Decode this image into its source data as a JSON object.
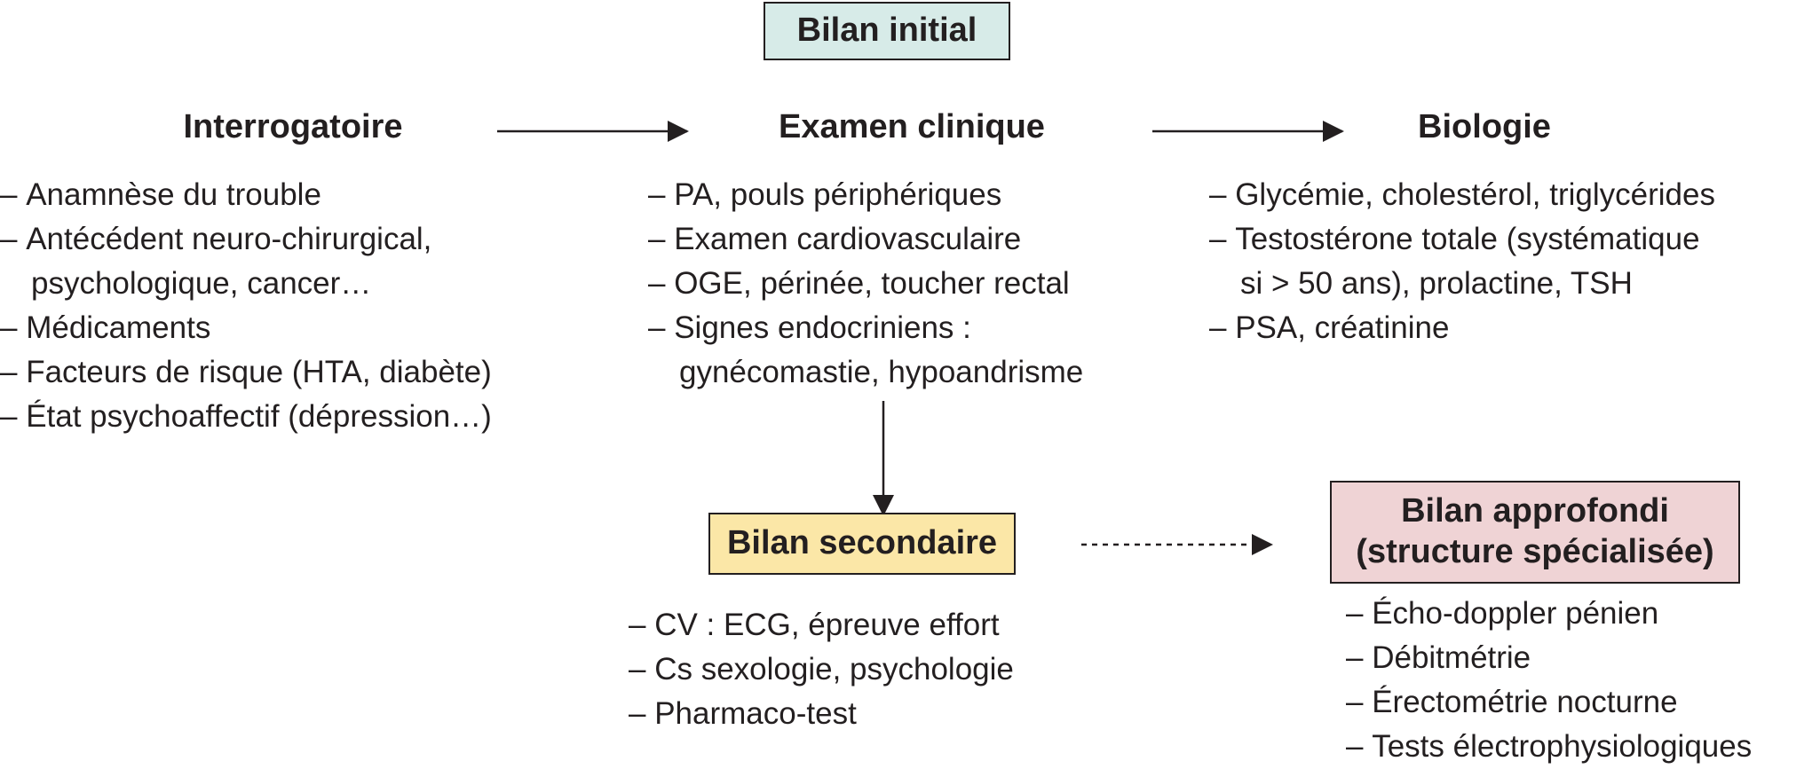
{
  "boxes": {
    "initial": "Bilan initial",
    "secondary": "Bilan secondaire",
    "advanced_line1": "Bilan approfondi",
    "advanced_line2": "(structure spécialisée)"
  },
  "colors": {
    "initial_fill": "#d7ebe8",
    "secondary_fill": "#fbe7a7",
    "advanced_fill": "#efd3d5",
    "ink": "#231f20"
  },
  "columns": {
    "interrogatoire": {
      "title": "Interrogatoire",
      "items": [
        "Anamnèse du trouble",
        "Antécédent neuro-chirurgical,\npsychologique, cancer…",
        "Médicaments",
        "Facteurs de risque (HTA, diabète)",
        "État psychoaffectif (dépression…)"
      ]
    },
    "examen": {
      "title": "Examen clinique",
      "items": [
        "PA, pouls périphériques",
        "Examen cardiovasculaire",
        "OGE, périnée, toucher rectal",
        "Signes endocriniens :\ngynécomastie, hypoandrisme"
      ]
    },
    "biologie": {
      "title": "Biologie",
      "items": [
        "Glycémie, cholestérol, triglycérides",
        "Testostérone totale (systématique\nsi > 50 ans), prolactine, TSH",
        "PSA, créatinine"
      ]
    }
  },
  "secondary_items": [
    "CV : ECG, épreuve effort",
    "Cs sexologie, psychologie",
    "Pharmaco-test"
  ],
  "advanced_items": [
    "Écho-doppler pénien",
    "Débitmétrie",
    "Érectométrie nocturne",
    "Tests électrophysiologiques"
  ]
}
